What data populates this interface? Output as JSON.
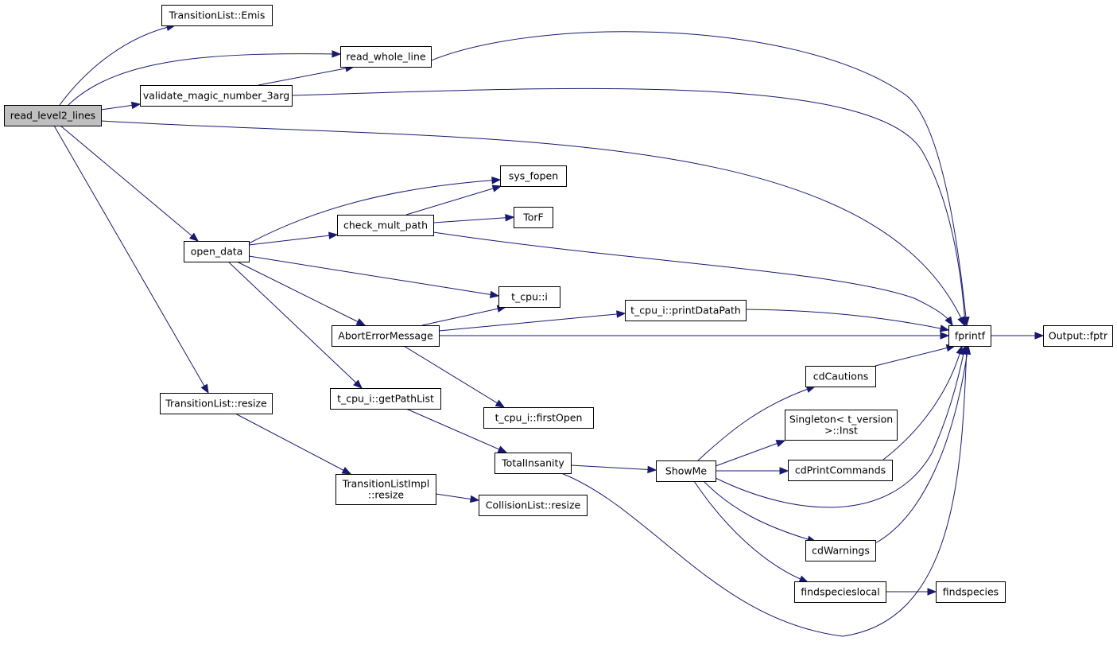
{
  "diagram": {
    "type": "call-graph",
    "root": "read_level2_lines",
    "colors": {
      "edge": "#191970",
      "root_fill": "#bfbfbf",
      "node_fill": "#ffffff",
      "node_stroke": "#000000"
    },
    "nodes": [
      {
        "id": "read_level2_lines",
        "lines": [
          "read_level2_lines"
        ]
      },
      {
        "id": "emis",
        "lines": [
          "TransitionList::Emis"
        ]
      },
      {
        "id": "read_whole_line",
        "lines": [
          "read_whole_line"
        ]
      },
      {
        "id": "validate",
        "lines": [
          "validate_magic_number_3arg"
        ]
      },
      {
        "id": "open_data",
        "lines": [
          "open_data"
        ]
      },
      {
        "id": "tl_resize",
        "lines": [
          "TransitionList::resize"
        ]
      },
      {
        "id": "sys_fopen",
        "lines": [
          "sys_fopen"
        ]
      },
      {
        "id": "check_mult_path",
        "lines": [
          "check_mult_path"
        ]
      },
      {
        "id": "torf",
        "lines": [
          "TorF"
        ]
      },
      {
        "id": "t_cpu_i",
        "lines": [
          "t_cpu::i"
        ]
      },
      {
        "id": "abort",
        "lines": [
          "AbortErrorMessage"
        ]
      },
      {
        "id": "printdatapath",
        "lines": [
          "t_cpu_i::printDataPath"
        ]
      },
      {
        "id": "getpathlist",
        "lines": [
          "t_cpu_i::getPathList"
        ]
      },
      {
        "id": "firstopen",
        "lines": [
          "t_cpu_i::firstOpen"
        ]
      },
      {
        "id": "totalinsanity",
        "lines": [
          "TotalInsanity"
        ]
      },
      {
        "id": "tli_resize",
        "lines": [
          "TransitionListImpl",
          "::resize"
        ]
      },
      {
        "id": "cl_resize",
        "lines": [
          "CollisionList::resize"
        ]
      },
      {
        "id": "showme",
        "lines": [
          "ShowMe"
        ]
      },
      {
        "id": "cdcautions",
        "lines": [
          "cdCautions"
        ]
      },
      {
        "id": "singleton",
        "lines": [
          "Singleton< t_version",
          ">::Inst"
        ]
      },
      {
        "id": "cdprintcommands",
        "lines": [
          "cdPrintCommands"
        ]
      },
      {
        "id": "cdwarnings",
        "lines": [
          "cdWarnings"
        ]
      },
      {
        "id": "findspecieslocal",
        "lines": [
          "findspecieslocal"
        ]
      },
      {
        "id": "findspecies",
        "lines": [
          "findspecies"
        ]
      },
      {
        "id": "fprintf",
        "lines": [
          "fprintf"
        ]
      },
      {
        "id": "output_fptr",
        "lines": [
          "Output::fptr"
        ]
      }
    ],
    "edges": [
      [
        "read_level2_lines",
        "emis"
      ],
      [
        "read_level2_lines",
        "read_whole_line"
      ],
      [
        "read_level2_lines",
        "validate"
      ],
      [
        "read_level2_lines",
        "fprintf"
      ],
      [
        "read_level2_lines",
        "open_data"
      ],
      [
        "read_level2_lines",
        "tl_resize"
      ],
      [
        "read_whole_line",
        "fprintf"
      ],
      [
        "validate",
        "read_whole_line"
      ],
      [
        "validate",
        "fprintf"
      ],
      [
        "open_data",
        "sys_fopen"
      ],
      [
        "open_data",
        "check_mult_path"
      ],
      [
        "open_data",
        "t_cpu_i"
      ],
      [
        "open_data",
        "abort"
      ],
      [
        "open_data",
        "getpathlist"
      ],
      [
        "check_mult_path",
        "sys_fopen"
      ],
      [
        "check_mult_path",
        "torf"
      ],
      [
        "check_mult_path",
        "fprintf"
      ],
      [
        "abort",
        "t_cpu_i"
      ],
      [
        "abort",
        "printdatapath"
      ],
      [
        "abort",
        "fprintf"
      ],
      [
        "abort",
        "firstopen"
      ],
      [
        "printdatapath",
        "fprintf"
      ],
      [
        "getpathlist",
        "totalinsanity"
      ],
      [
        "tl_resize",
        "tli_resize"
      ],
      [
        "tli_resize",
        "cl_resize"
      ],
      [
        "totalinsanity",
        "showme"
      ],
      [
        "totalinsanity",
        "fprintf"
      ],
      [
        "showme",
        "cdcautions"
      ],
      [
        "showme",
        "singleton"
      ],
      [
        "showme",
        "cdprintcommands"
      ],
      [
        "showme",
        "fprintf"
      ],
      [
        "showme",
        "cdwarnings"
      ],
      [
        "showme",
        "findspecieslocal"
      ],
      [
        "cdcautions",
        "fprintf"
      ],
      [
        "cdprintcommands",
        "fprintf"
      ],
      [
        "cdwarnings",
        "fprintf"
      ],
      [
        "findspecieslocal",
        "findspecies"
      ],
      [
        "fprintf",
        "output_fptr"
      ]
    ]
  }
}
